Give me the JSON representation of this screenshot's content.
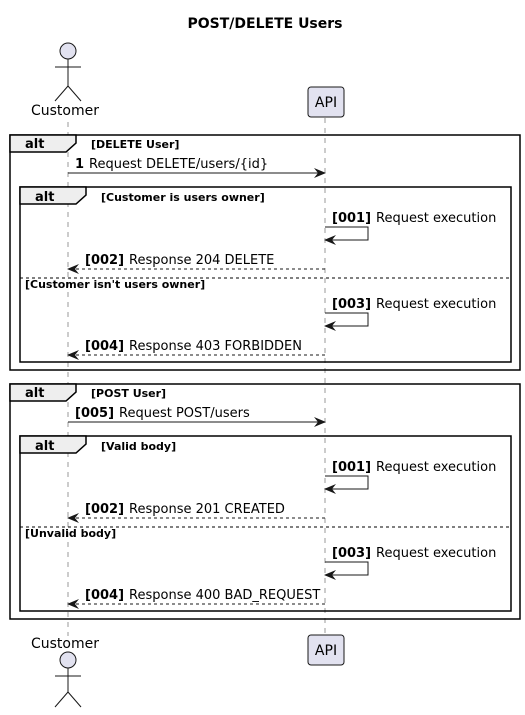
{
  "title": "POST/DELETE Users",
  "participants": {
    "customer": "Customer",
    "api": "API"
  },
  "colors": {
    "participant_fill": "#E2E2F0",
    "participant_border": "#181818",
    "lifeline": "#999999",
    "frame_border": "#000000",
    "tab_fill": "#EEEEEE",
    "arrow": "#181818"
  },
  "blocks": [
    {
      "keyword": "alt",
      "guard": "[DELETE User]",
      "messages": [
        {
          "seq": "1",
          "text": "Request DELETE/users/{id}",
          "kind": "request"
        }
      ],
      "inner": {
        "keyword": "alt",
        "sections": [
          {
            "guard": "[Customer is users owner]",
            "messages": [
              {
                "seq": "[001]",
                "text": "Request execution",
                "kind": "self"
              },
              {
                "seq": "[002]",
                "text": "Response 204 DELETE",
                "kind": "response"
              }
            ]
          },
          {
            "guard": "[Customer isn't users owner]",
            "messages": [
              {
                "seq": "[003]",
                "text": "Request execution",
                "kind": "self"
              },
              {
                "seq": "[004]",
                "text": "Response 403 FORBIDDEN",
                "kind": "response"
              }
            ]
          }
        ]
      }
    },
    {
      "keyword": "alt",
      "guard": "[POST User]",
      "messages": [
        {
          "seq": "[005]",
          "text": "Request POST/users",
          "kind": "request"
        }
      ],
      "inner": {
        "keyword": "alt",
        "sections": [
          {
            "guard": "[Valid body]",
            "messages": [
              {
                "seq": "[001]",
                "text": "Request execution",
                "kind": "self"
              },
              {
                "seq": "[002]",
                "text": "Response 201 CREATED",
                "kind": "response"
              }
            ]
          },
          {
            "guard": "[Unvalid body]",
            "messages": [
              {
                "seq": "[003]",
                "text": "Request execution",
                "kind": "self"
              },
              {
                "seq": "[004]",
                "text": "Response 400 BAD_REQUEST",
                "kind": "response"
              }
            ]
          }
        ]
      }
    }
  ]
}
